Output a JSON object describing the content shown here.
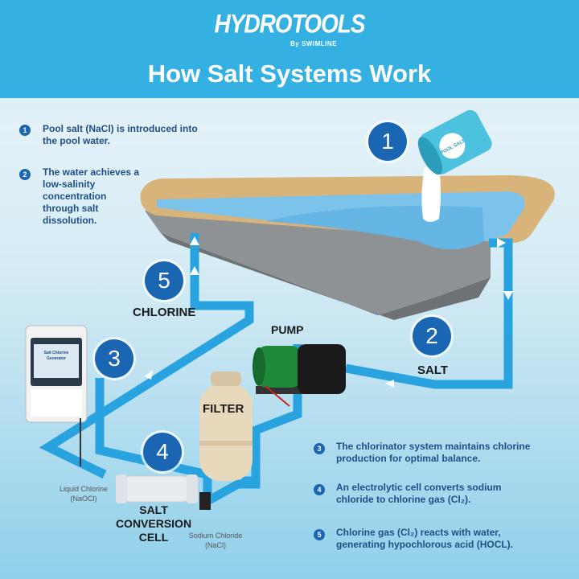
{
  "header": {
    "brand_name": "HYDROTOOLS",
    "brand_sub": "By SWIMLINE",
    "title": "How Salt Systems Work"
  },
  "notes": [
    {
      "num": "1",
      "text": "Pool salt (NaCl) is introduced into the pool water."
    },
    {
      "num": "2",
      "text": "The water achieves a low-salinity concentration through salt dissolution."
    },
    {
      "num": "3",
      "text": "The chlorinator system maintains chlorine production for optimal balance."
    },
    {
      "num": "4",
      "text": "An electrolytic cell converts sodium chloride to chlorine gas (Cl₂)."
    },
    {
      "num": "5",
      "text": "Chlorine gas (Cl₂) reacts with water, generating hypochlorous acid (HOCL)."
    }
  ],
  "badges": [
    "1",
    "2",
    "3",
    "4",
    "5"
  ],
  "labels": {
    "chlorine": "CHLORINE",
    "pump": "PUMP",
    "salt": "SALT",
    "filter": "FILTER",
    "cell_line1": "SALT",
    "cell_line2": "CONVERSION",
    "cell_line3": "CELL",
    "liquid_chlorine_1": "Liquid Chlorine",
    "liquid_chlorine_2": "(NaOCl)",
    "sodium_chloride_1": "Sodium Chloride",
    "sodium_chloride_2": "(NaCl)",
    "bag_text": "POOL SALT",
    "controller_title_1": "Salt Chlorine",
    "controller_title_2": "Generator"
  },
  "colors": {
    "header": "#34b0e3",
    "pipe": "#29a3e0",
    "badge": "#1a66b3",
    "note_text": "#1f4f86",
    "pool_deck": "#d9b47a",
    "pool_wall": "#8f9294",
    "water": "#7cc3ec",
    "pump_green": "#1d8a3a",
    "filter": "#e8d9bd"
  }
}
